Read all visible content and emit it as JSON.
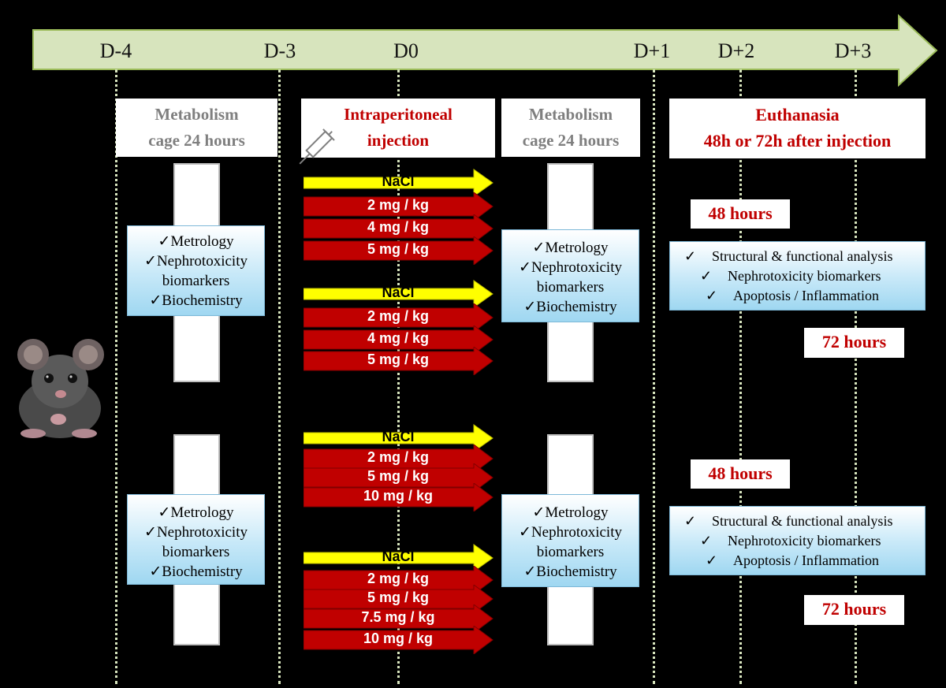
{
  "timeline": {
    "days": [
      "D-4",
      "D-3",
      "D0",
      "D+1",
      "D+2",
      "D+3"
    ]
  },
  "phases": {
    "metabolism_before": [
      "Metabolism",
      "cage 24 hours"
    ],
    "injection": [
      "Intraperitoneal",
      "injection"
    ],
    "metabolism_after": [
      "Metabolism",
      "cage 24 hours"
    ],
    "euthanasia": [
      "Euthanasia",
      "48h or 72h after injection"
    ]
  },
  "measures": {
    "check": "✓",
    "items": [
      "Metrology",
      "Nephrotoxicity",
      "biomarkers",
      "Biochemistry"
    ]
  },
  "analysis": {
    "check": "✓",
    "items": [
      "Structural & functional analysis",
      "Nephrotoxicity biomarkers",
      "Apoptosis / Inflammation"
    ]
  },
  "groups": [
    {
      "euthanasia_time": "48 hours",
      "doses": [
        "NaCl",
        "2 mg / kg",
        "4 mg / kg",
        "5 mg / kg"
      ]
    },
    {
      "euthanasia_time": "72 hours",
      "doses": [
        "NaCl",
        "2 mg / kg",
        "4 mg / kg",
        "5 mg / kg"
      ]
    },
    {
      "euthanasia_time": "48 hours",
      "doses": [
        "NaCl",
        "2 mg / kg",
        "5 mg / kg",
        "10 mg / kg"
      ]
    },
    {
      "euthanasia_time": "72 hours",
      "doses": [
        "NaCl",
        "2 mg / kg",
        "5 mg / kg",
        "7.5 mg / kg",
        "10 mg / kg"
      ]
    }
  ],
  "colors": {
    "timeline_arrow": "#d7e4bd",
    "control_arrow": "#ffff00",
    "dose_arrow": "#c00000",
    "title_red": "#c00000",
    "title_grey": "#7f7f7f"
  }
}
